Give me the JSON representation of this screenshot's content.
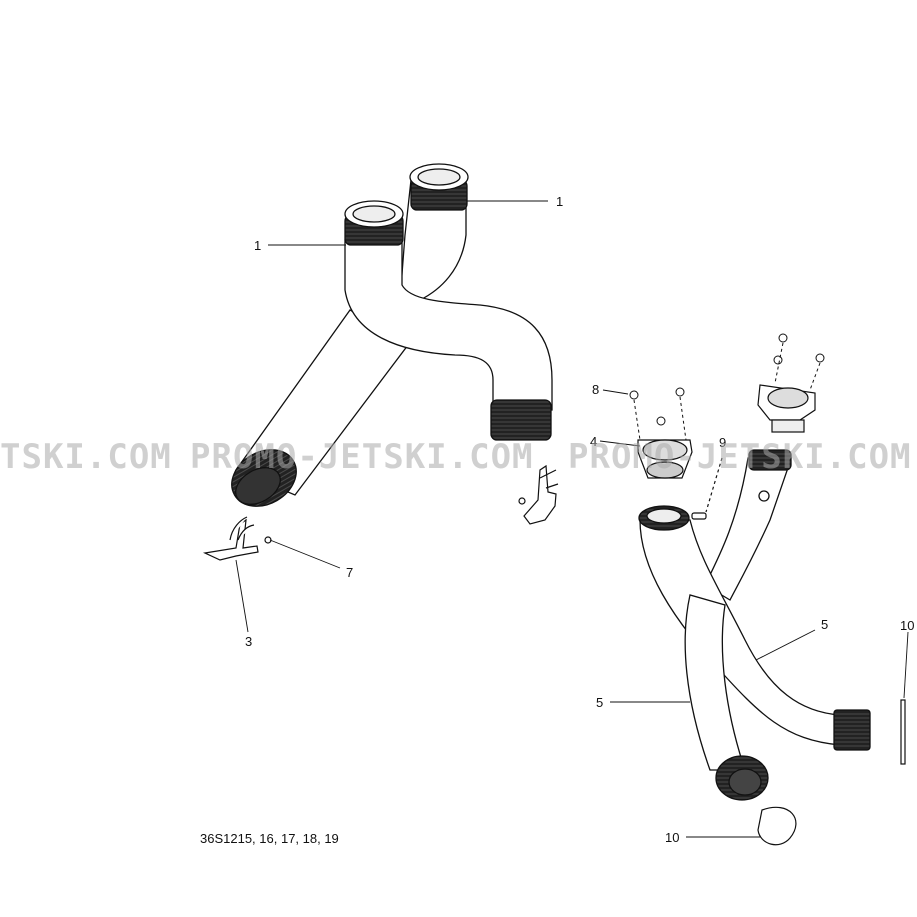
{
  "diagram": {
    "drawing_code": "36S1215, 16, 17, 18, 19",
    "watermark": {
      "left": "TSKI.COM",
      "middle": "PROMO-JETSKI.COM",
      "right": "PROMO-JETSKI.COM"
    },
    "callouts": {
      "c1a": "1",
      "c1b": "1",
      "c3": "3",
      "c4": "4",
      "c5a": "5",
      "c5b": "5",
      "c7": "7",
      "c8": "8",
      "c9": "9",
      "c10a": "10",
      "c10b": "10"
    }
  }
}
